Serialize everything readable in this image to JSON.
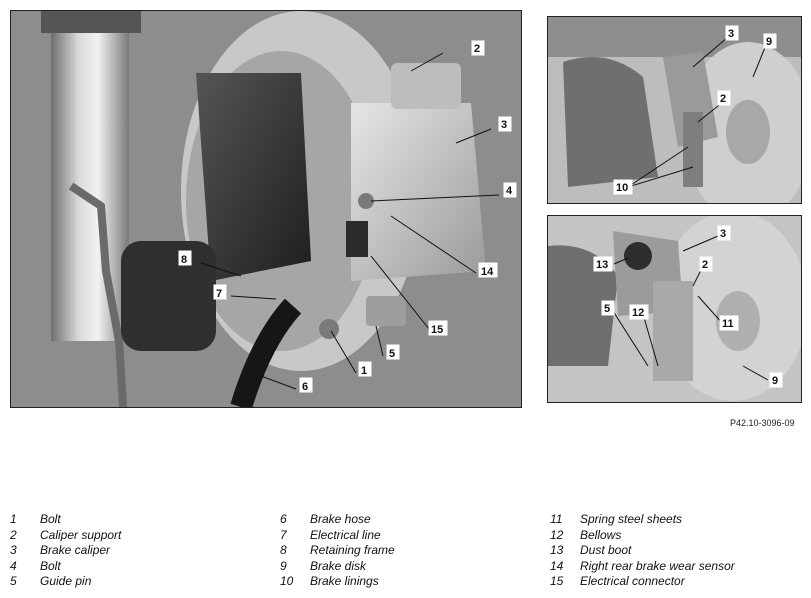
{
  "figure_ref": "P42.10-3096-09",
  "main_callouts": [
    "2",
    "3",
    "4",
    "14",
    "8",
    "7",
    "15",
    "5",
    "1",
    "6"
  ],
  "top_callouts": [
    "3",
    "9",
    "2",
    "10"
  ],
  "bottom_callouts": [
    "3",
    "13",
    "2",
    "5",
    "12",
    "11",
    "9"
  ],
  "legend": [
    {
      "num": "1",
      "label": "Bolt"
    },
    {
      "num": "2",
      "label": "Caliper support"
    },
    {
      "num": "3",
      "label": "Brake caliper"
    },
    {
      "num": "4",
      "label": "Bolt"
    },
    {
      "num": "5",
      "label": "Guide pin"
    },
    {
      "num": "6",
      "label": "Brake hose"
    },
    {
      "num": "7",
      "label": "Electrical line"
    },
    {
      "num": "8",
      "label": "Retaining frame"
    },
    {
      "num": "9",
      "label": "Brake disk"
    },
    {
      "num": "10",
      "label": "Brake linings"
    },
    {
      "num": "11",
      "label": "Spring steel sheets"
    },
    {
      "num": "12",
      "label": "Bellows"
    },
    {
      "num": "13",
      "label": "Dust boot"
    },
    {
      "num": "14",
      "label": "Right rear brake wear sensor"
    },
    {
      "num": "15",
      "label": "Electrical connector"
    }
  ]
}
